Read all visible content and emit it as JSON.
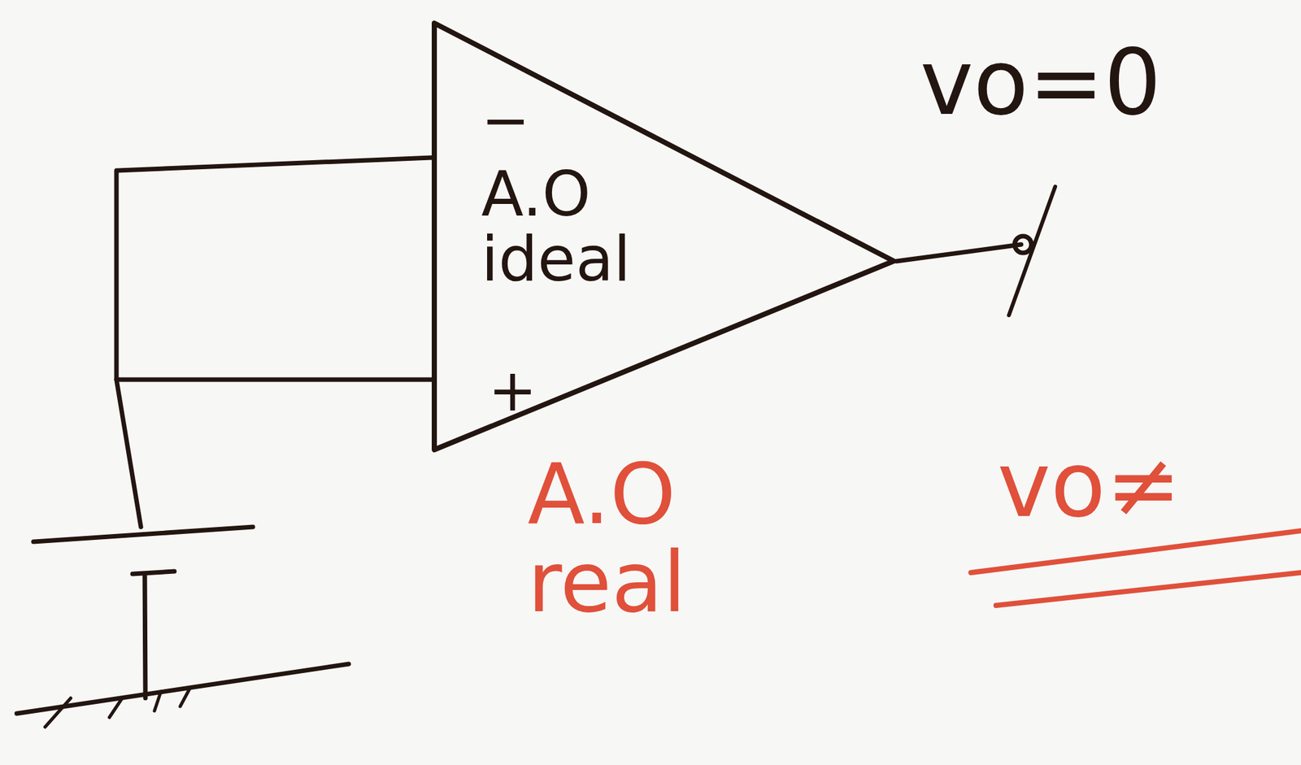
{
  "diagram": {
    "nodes": [
      {
        "text": [
          "−",
          "A.O ideal",
          "+"
        ]
      }
    ],
    "labels": [
      "vo=0",
      "A.O real",
      "vo≠"
    ]
  }
}
